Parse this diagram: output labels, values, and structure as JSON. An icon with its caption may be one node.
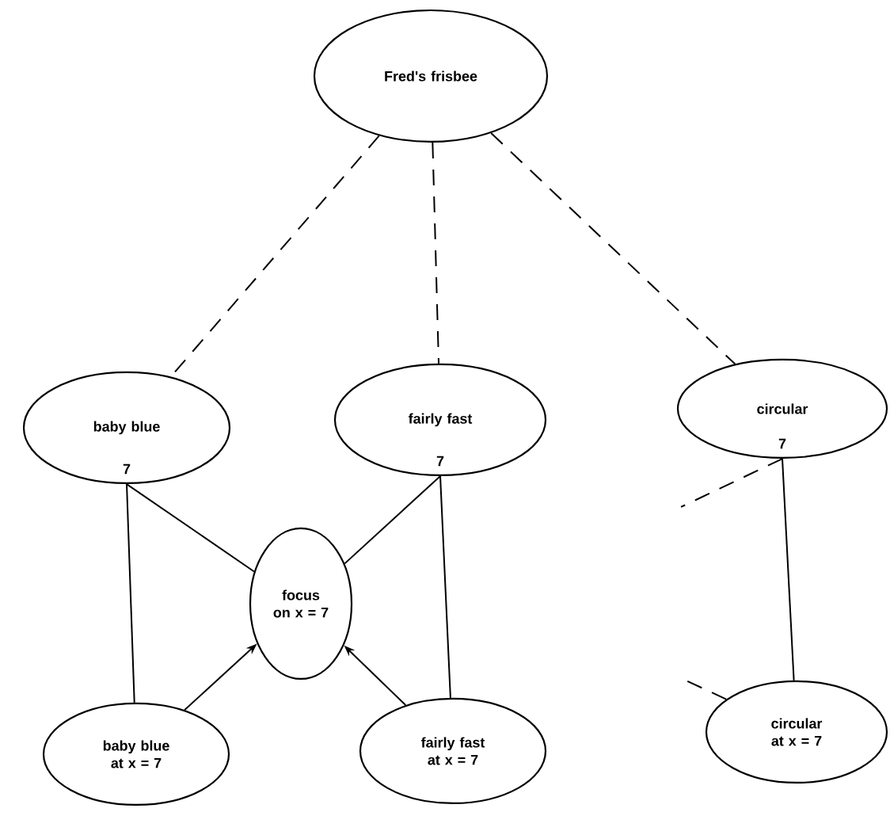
{
  "diagram": {
    "nodes": [
      {
        "text": [
          "Fred's frisbee"
        ]
      },
      {
        "text": [
          "baby blue",
          "7"
        ]
      },
      {
        "text": [
          "fairly fast",
          "7"
        ]
      },
      {
        "text": [
          "circular",
          "7"
        ]
      },
      {
        "text": [
          "focus on x = 7"
        ]
      },
      {
        "text": [
          "baby blue at x = 7"
        ]
      },
      {
        "text": [
          "fairly fast at x = 7"
        ]
      },
      {
        "text": [
          "circular at x = 7"
        ]
      }
    ],
    "edges": [
      {
        "from": 0,
        "to": 1,
        "arrow": "none",
        "style": "dashed"
      },
      {
        "from": 0,
        "to": 2,
        "arrow": "none",
        "style": "dashed"
      },
      {
        "from": 0,
        "to": 3,
        "arrow": "none",
        "style": "dashed"
      },
      {
        "from": 1,
        "to": 5,
        "arrow": "none"
      },
      {
        "from": 1,
        "to": 4,
        "arrow": "none"
      },
      {
        "from": 5,
        "to": 4,
        "arrow": "to"
      },
      {
        "from": 2,
        "to": 4,
        "arrow": "none"
      },
      {
        "from": 2,
        "to": 6,
        "arrow": "none"
      },
      {
        "from": 6,
        "to": 4,
        "arrow": "to"
      },
      {
        "from": 3,
        "to": 7,
        "arrow": "none"
      },
      {
        "from": 3,
        "to": null,
        "arrow": "none",
        "style": "dashed"
      },
      {
        "from": 7,
        "to": null,
        "arrow": "none",
        "style": "dashed"
      }
    ]
  }
}
